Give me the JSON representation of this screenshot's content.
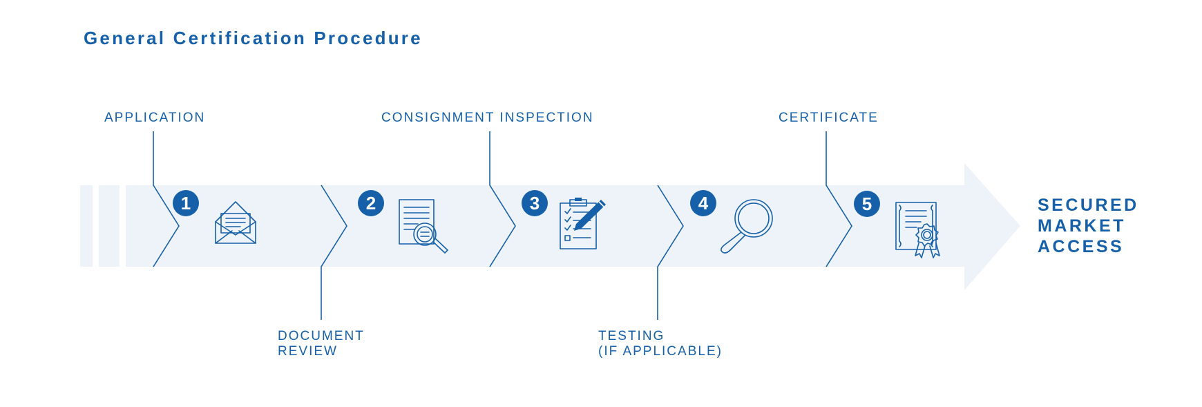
{
  "title": "General Certification Procedure",
  "steps": [
    {
      "number": "1",
      "label": [
        "APPLICATION"
      ],
      "icon": "envelope-icon"
    },
    {
      "number": "2",
      "label": [
        "DOCUMENT",
        "REVIEW"
      ],
      "icon": "document-magnifier-icon"
    },
    {
      "number": "3",
      "label": [
        "CONSIGNMENT INSPECTION"
      ],
      "icon": "clipboard-checklist-icon"
    },
    {
      "number": "4",
      "label": [
        "TESTING",
        "(IF APPLICABLE)"
      ],
      "icon": "magnifying-glass-icon"
    },
    {
      "number": "5",
      "label": [
        "CERTIFICATE"
      ],
      "icon": "certificate-icon"
    }
  ],
  "outcome": [
    "SECURED",
    "MARKET",
    "ACCESS"
  ],
  "colors": {
    "primary": "#1560a8",
    "band": "#eef3fa",
    "badge": "#1560a8"
  }
}
